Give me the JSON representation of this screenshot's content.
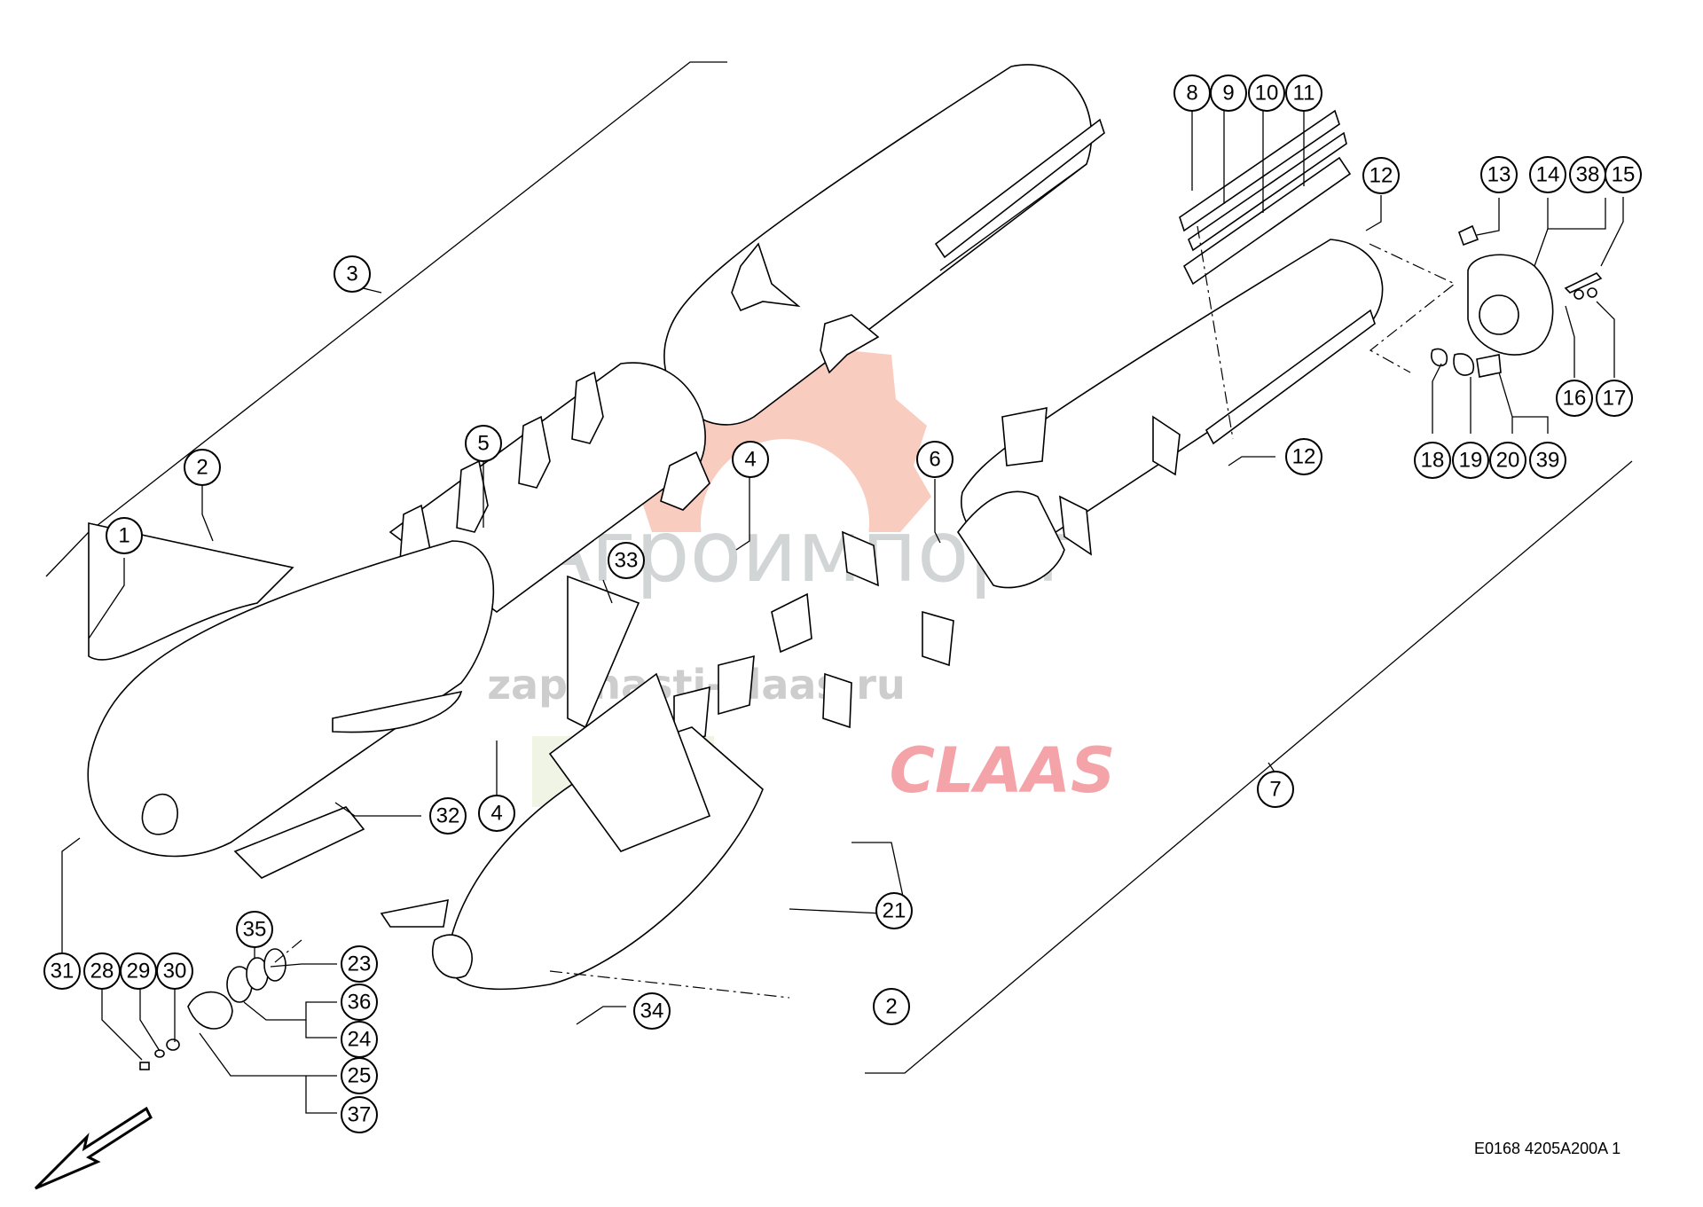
{
  "drawing_code": "E0168 4205A200A 1",
  "highlight_color": "#b5f03a",
  "watermark": {
    "title": "Агроимпорт",
    "url": "zapchasti-claas.ru",
    "brand": "CLAAS",
    "brand_color": "#e8303a",
    "gear_color": "#f2a48a"
  },
  "callouts": {
    "c1": "1",
    "c2a": "2",
    "c2b": "2",
    "c3": "3",
    "c4a": "4",
    "c4b": "4",
    "c5": "5",
    "c6": "6",
    "c7": "7",
    "c8": "8",
    "c9": "9",
    "c10": "10",
    "c11": "11",
    "c12a": "12",
    "c12b": "12",
    "c13": "13",
    "c14": "14",
    "c15": "15",
    "c16": "16",
    "c17": "17",
    "c18": "18",
    "c19": "19",
    "c20": "20",
    "c21": "21",
    "c23": "23",
    "c24": "24",
    "c25": "25",
    "c28": "28",
    "c29": "29",
    "c30": "30",
    "c31": "31",
    "c32": "32",
    "c33": "33",
    "c34": "34",
    "c35": "35",
    "c36": "36",
    "c37": "37",
    "c38": "38",
    "c39": "39"
  },
  "icons": {
    "direction_arrow": "arrow-down-left-icon"
  }
}
